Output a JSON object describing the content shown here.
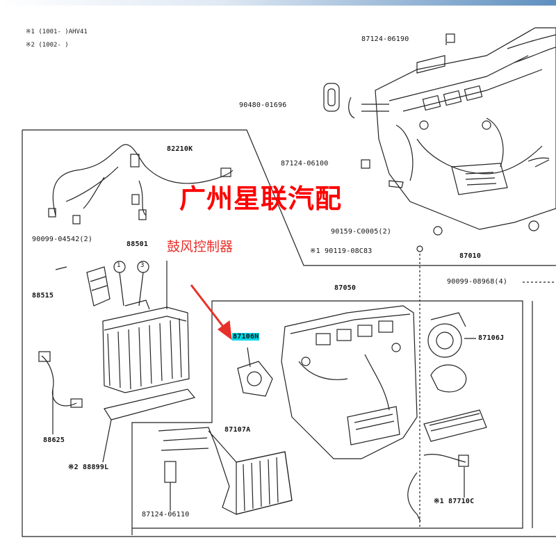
{
  "notes": {
    "note1": "※1 (1001-        )AHV41",
    "note2": "※2 (1002-        )"
  },
  "watermark": "广州星联汽配",
  "annotation": "鼓风控制器",
  "parts": {
    "p87124_06190": "87124-06190",
    "p90480_01696": "90480-01696",
    "p82210k": "82210K",
    "p87124_06100": "87124-06100",
    "p90099_04542": "90099-04542(2)",
    "p88501": "88501",
    "p90159_c0005": "90159-C0005(2)",
    "p90119_08c83": "※1 90119-08C83",
    "p87010": "87010",
    "p90099_08968": "90099-08968(4)",
    "p88515": "88515",
    "p87050": "87050",
    "p87106n": "87106N",
    "p87106j": "87106J",
    "p88625": "88625",
    "p88899l": "※2 88899L",
    "p87107a": "87107A",
    "p87124_06110": "87124-06110",
    "p87710c": "※1 87710C"
  },
  "callouts": {
    "c1": "1",
    "c3": "3"
  },
  "colors": {
    "watermark": "#ff0000",
    "annotation": "#e8302a",
    "highlight": "#00d8e8",
    "line": "#222222"
  }
}
